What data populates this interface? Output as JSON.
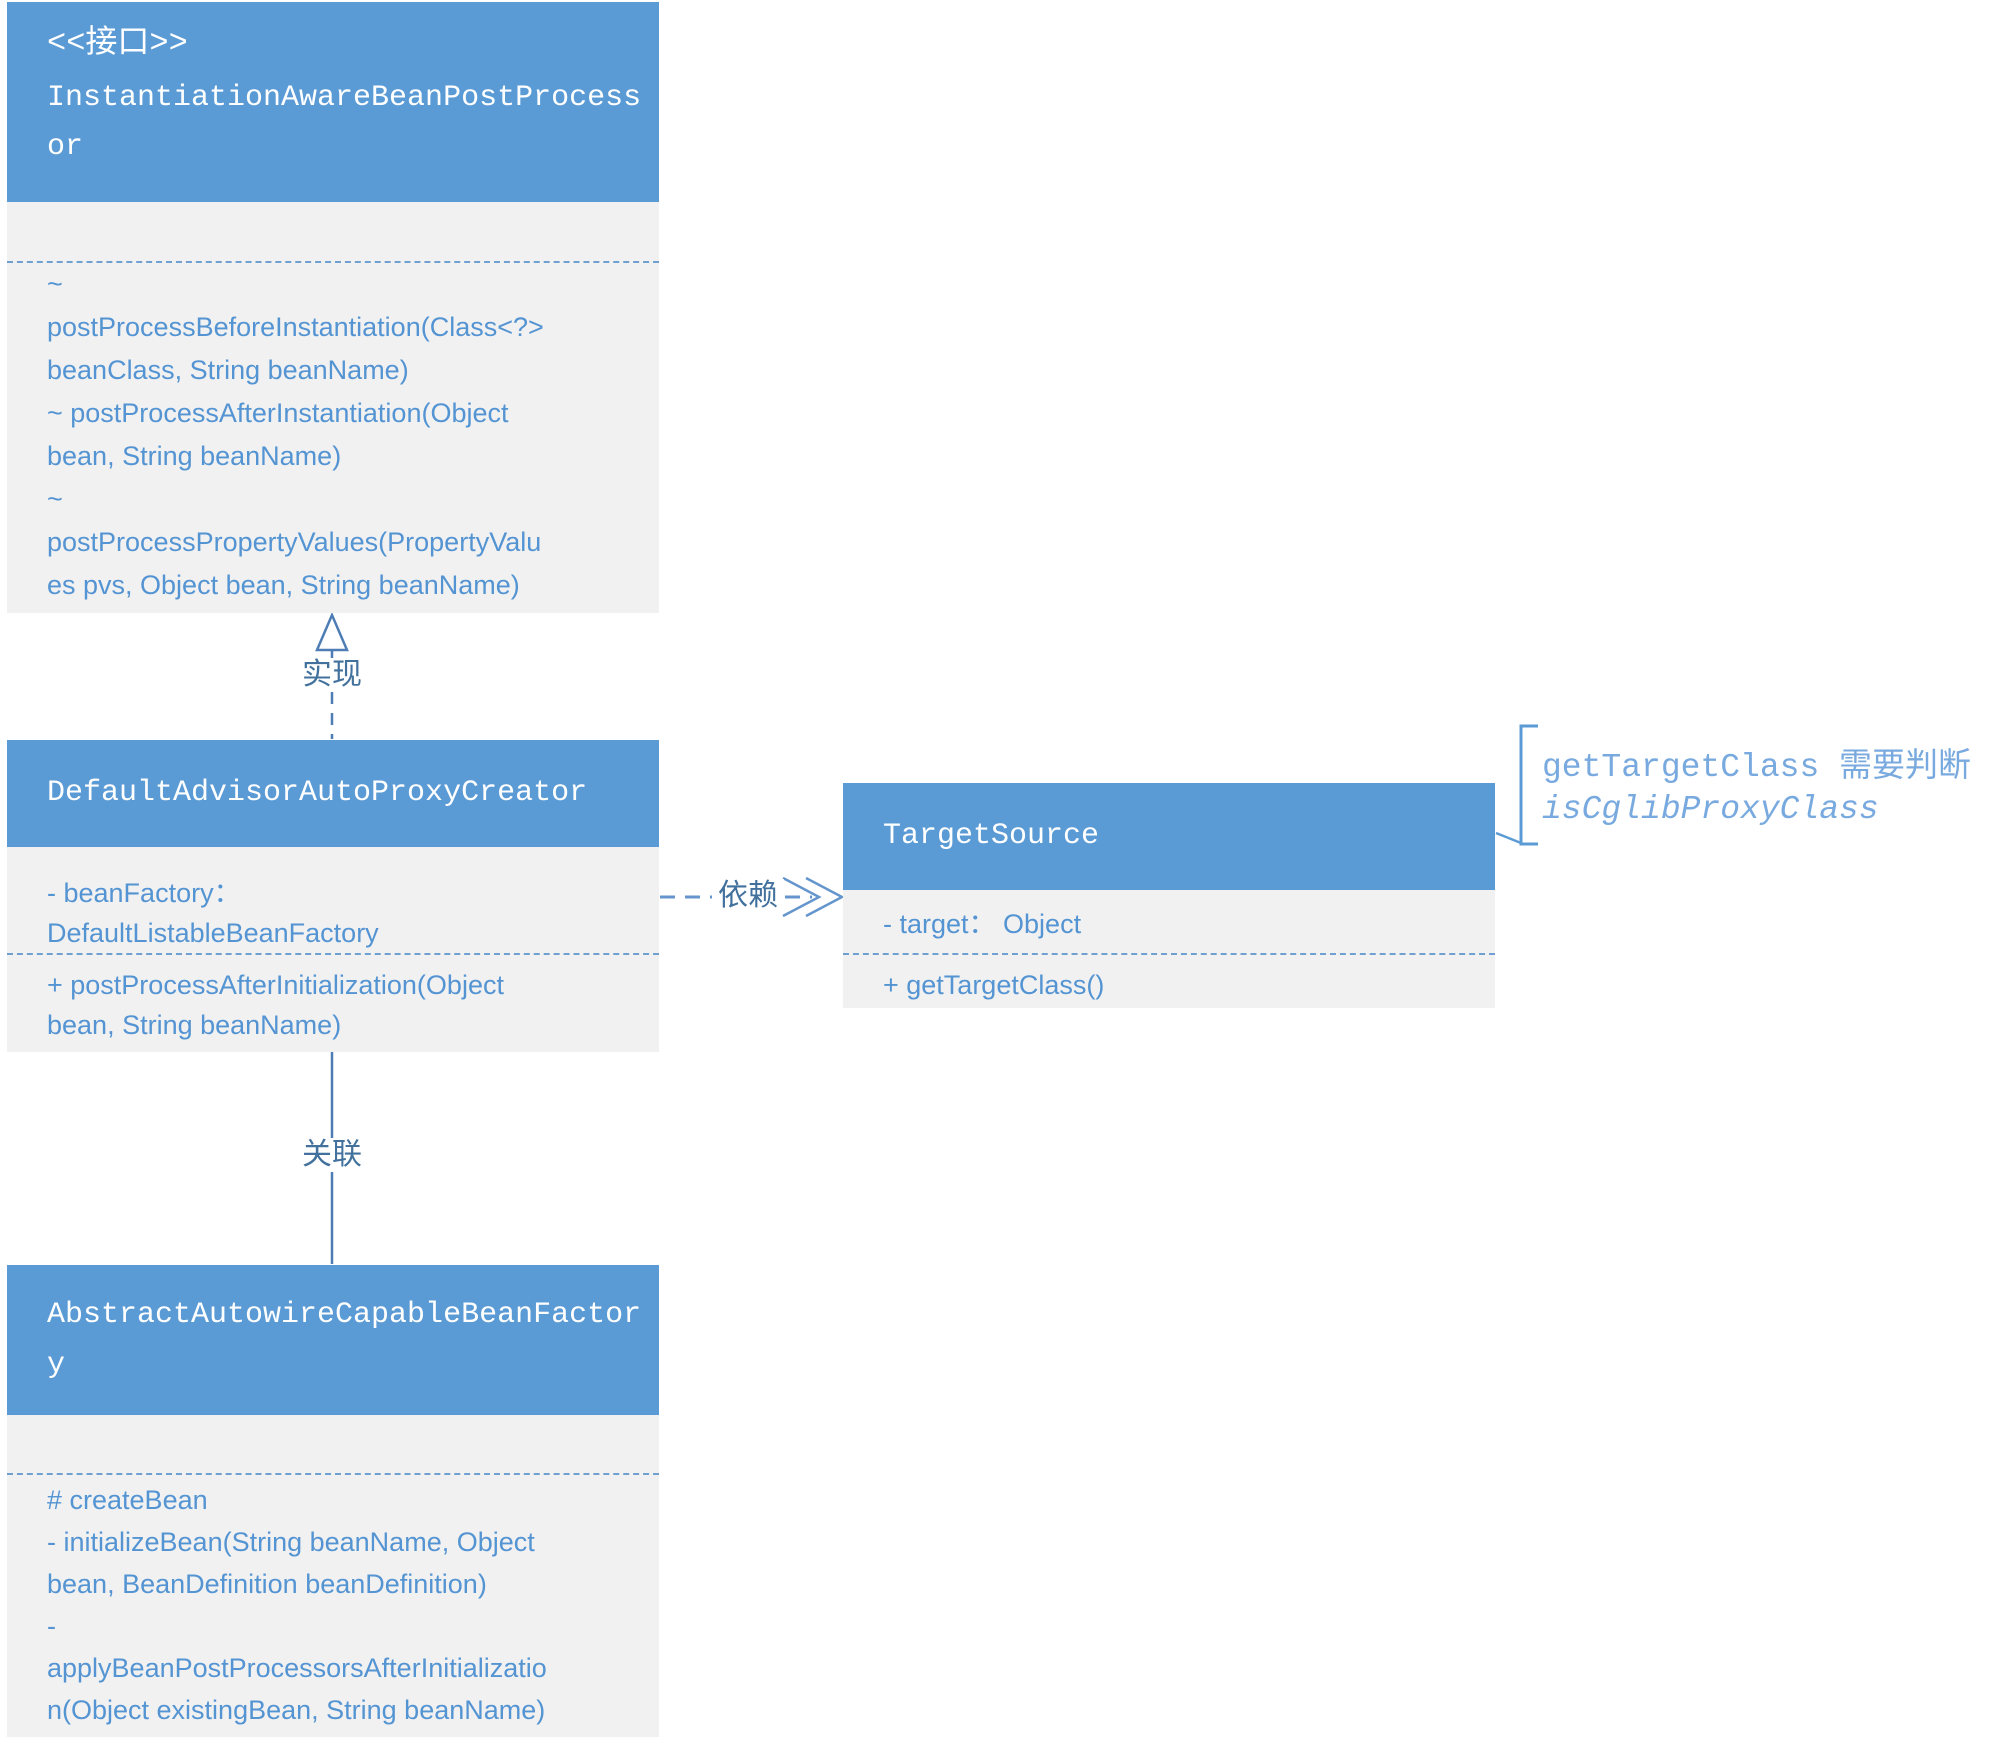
{
  "labels": {
    "realization": "实现",
    "dependency": "依赖",
    "association": "关联"
  },
  "annotation": {
    "line1": "getTargetClass 需要判断",
    "line2": "isCglibProxyClass"
  },
  "classes": {
    "instantiation_aware_bean_post_processor": {
      "stereotype": "<<接口>>",
      "name": "InstantiationAwareBeanPostProcessor",
      "name_lines": [
        "InstantiationAwareBeanPostProcess",
        "or"
      ],
      "attributes": [],
      "methods": [
        "~",
        "postProcessBeforeInstantiation(Class<?>",
        "beanClass, String beanName)",
        "~ postProcessAfterInstantiation(Object",
        "bean, String beanName)",
        "~",
        "postProcessPropertyValues(PropertyValu",
        "es pvs, Object bean, String beanName)"
      ]
    },
    "default_advisor_auto_proxy_creator": {
      "name": "DefaultAdvisorAutoProxyCreator",
      "name_lines": [
        "DefaultAdvisorAutoProxyCreator"
      ],
      "attributes": [
        "- beanFactory：",
        "DefaultListableBeanFactory"
      ],
      "methods": [
        "+ postProcessAfterInitialization(Object",
        "bean, String beanName)"
      ]
    },
    "target_source": {
      "name": "TargetSource",
      "name_lines": [
        "TargetSource"
      ],
      "attributes": [
        "- target： Object"
      ],
      "methods": [
        "+ getTargetClass()"
      ]
    },
    "abstract_autowire_capable_bean_factory": {
      "name": "AbstractAutowireCapableBeanFactory",
      "name_lines": [
        "AbstractAutowireCapableBeanFactor",
        "y"
      ],
      "attributes": [],
      "methods": [
        "# createBean",
        "- initializeBean(String beanName, Object",
        "bean, BeanDefinition beanDefinition)",
        "-",
        "applyBeanPostProcessorsAfterInitializatio",
        "n(Object existingBean, String beanName)"
      ]
    }
  },
  "colors": {
    "header_fill": "#5b9bd5",
    "header_text": "#ffffff",
    "compartment_fill": "#f1f1f2",
    "member_text": "#5494d2",
    "separator": "#6fa0d0",
    "connector": "#4e7db5",
    "dependency_dash": "#6496cd",
    "label_text": "#41719c",
    "annotation_text": "#79aadf"
  }
}
